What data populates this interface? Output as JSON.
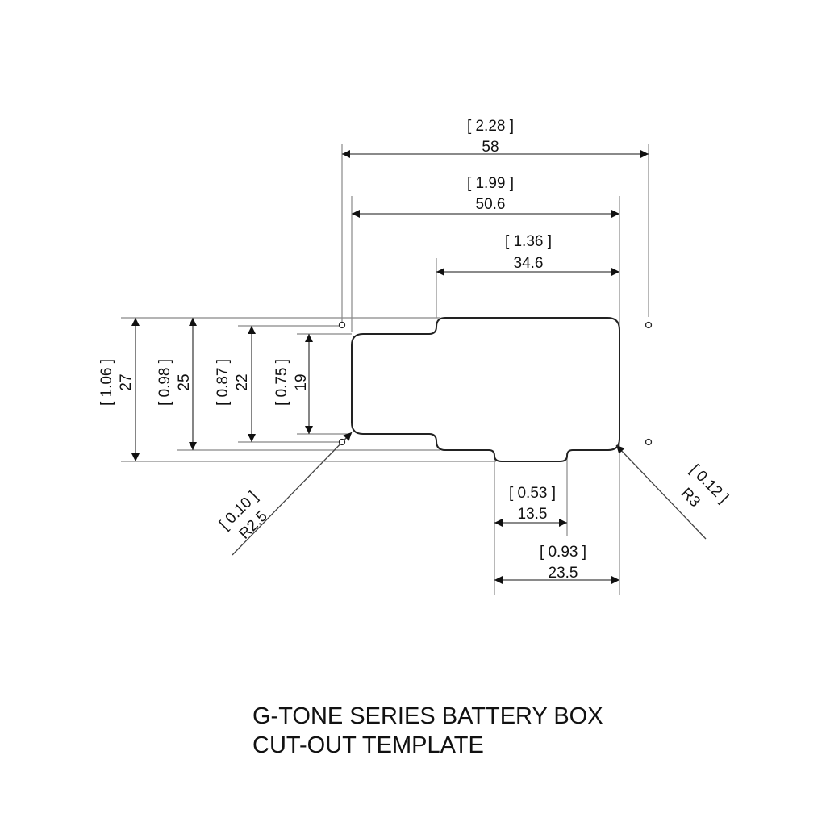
{
  "dimensions": {
    "top": [
      {
        "inch": "[ 2.28 ]",
        "mm": "58"
      },
      {
        "inch": "[ 1.99 ]",
        "mm": "50.6"
      },
      {
        "inch": "[ 1.36 ]",
        "mm": "34.6"
      }
    ],
    "left": [
      {
        "inch": "[ 1.06 ]",
        "mm": "27"
      },
      {
        "inch": "[ 0.98 ]",
        "mm": "25"
      },
      {
        "inch": "[ 0.87 ]",
        "mm": "22"
      },
      {
        "inch": "[ 0.75 ]",
        "mm": "19"
      }
    ],
    "bottom": [
      {
        "inch": "[ 0.53 ]",
        "mm": "13.5"
      },
      {
        "inch": "[ 0.93 ]",
        "mm": "23.5"
      }
    ],
    "radii": [
      {
        "inch": "[ 0.10 ]",
        "mm": "R2.5"
      },
      {
        "inch": "[ 0.12 ]",
        "mm": "R3"
      }
    ]
  },
  "title": {
    "line1": "G-TONE SERIES BATTERY BOX",
    "line2": "CUT-OUT TEMPLATE"
  }
}
